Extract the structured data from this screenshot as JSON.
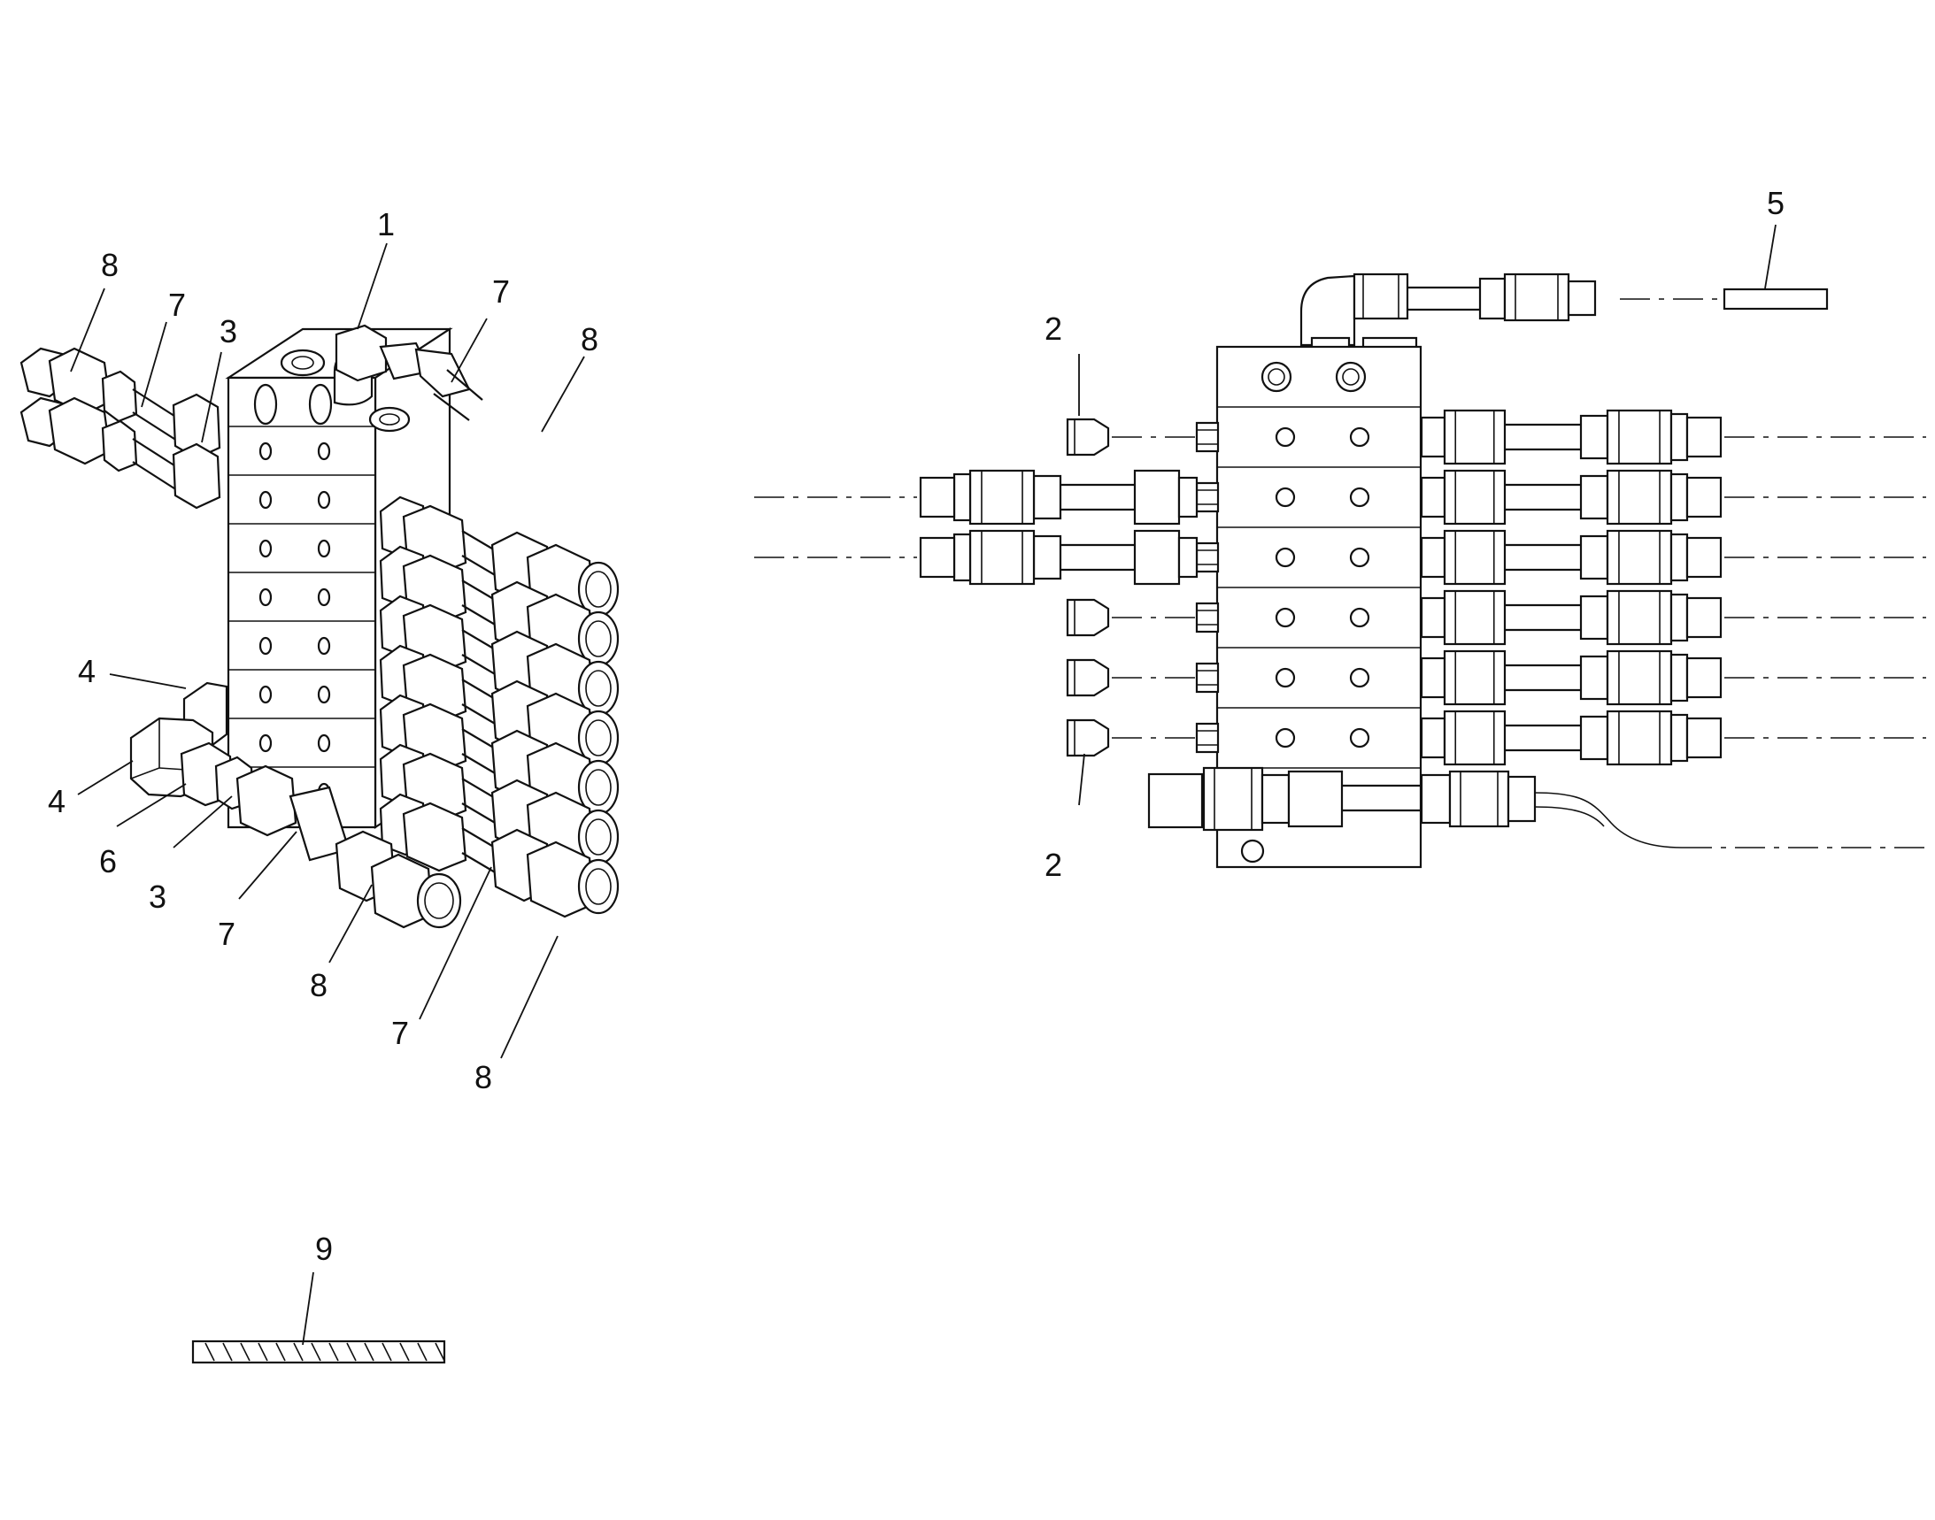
{
  "diagram": {
    "callouts_iso": [
      "1",
      "7",
      "8",
      "8",
      "7",
      "3",
      "4",
      "4",
      "6",
      "3",
      "7",
      "8",
      "7",
      "8",
      "9"
    ],
    "callouts_front": [
      "2",
      "5",
      "2"
    ]
  }
}
